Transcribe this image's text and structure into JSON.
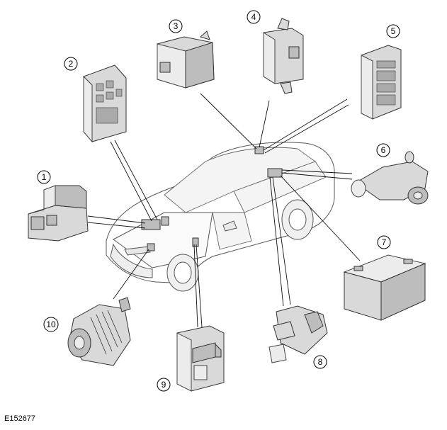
{
  "diagram": {
    "reference_code": "E152677",
    "callouts": [
      {
        "id": "callout-1",
        "label": "1"
      },
      {
        "id": "callout-2",
        "label": "2"
      },
      {
        "id": "callout-3",
        "label": "3"
      },
      {
        "id": "callout-4",
        "label": "4"
      },
      {
        "id": "callout-5",
        "label": "5"
      },
      {
        "id": "callout-6",
        "label": "6"
      },
      {
        "id": "callout-7",
        "label": "7"
      },
      {
        "id": "callout-8",
        "label": "8"
      },
      {
        "id": "callout-9",
        "label": "9"
      },
      {
        "id": "callout-10",
        "label": "10"
      }
    ]
  }
}
